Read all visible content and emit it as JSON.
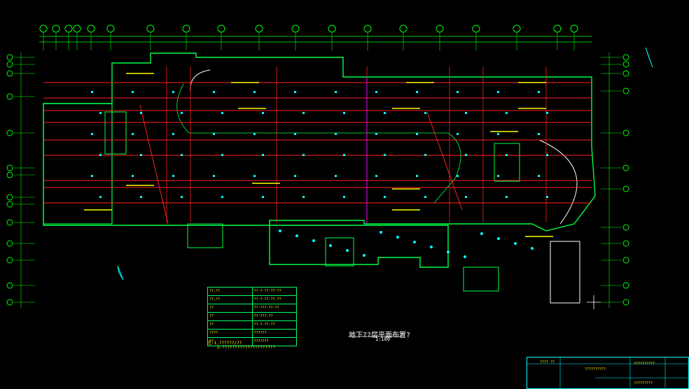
{
  "drawing": {
    "title": "地下??层平面布置?",
    "scale": "1:100",
    "colors": {
      "background": "#000000",
      "wall": "#00ff44",
      "pipe": "#ff2020",
      "text": "#ffff00",
      "equipment": "#00ffff",
      "grid": "#00ff00"
    }
  },
  "notes": [
    "注:1.??????/??",
    "2.?????????????????????"
  ],
  "legend_rows": [
    [
      "??,??",
      "??-?-??-??-??"
    ],
    [
      "??,??",
      "??-?-??-??-??"
    ],
    [
      "??",
      "??-???-??-??"
    ],
    [
      "??",
      "??-???-??"
    ],
    [
      "??",
      "??-?-??-??"
    ],
    [
      "????",
      "??????"
    ],
    [
      "??",
      "???????"
    ]
  ],
  "title_block": {
    "label_left": "???? ??",
    "company": "??????????",
    "project": "??????????",
    "drawing_name": "?????????"
  }
}
